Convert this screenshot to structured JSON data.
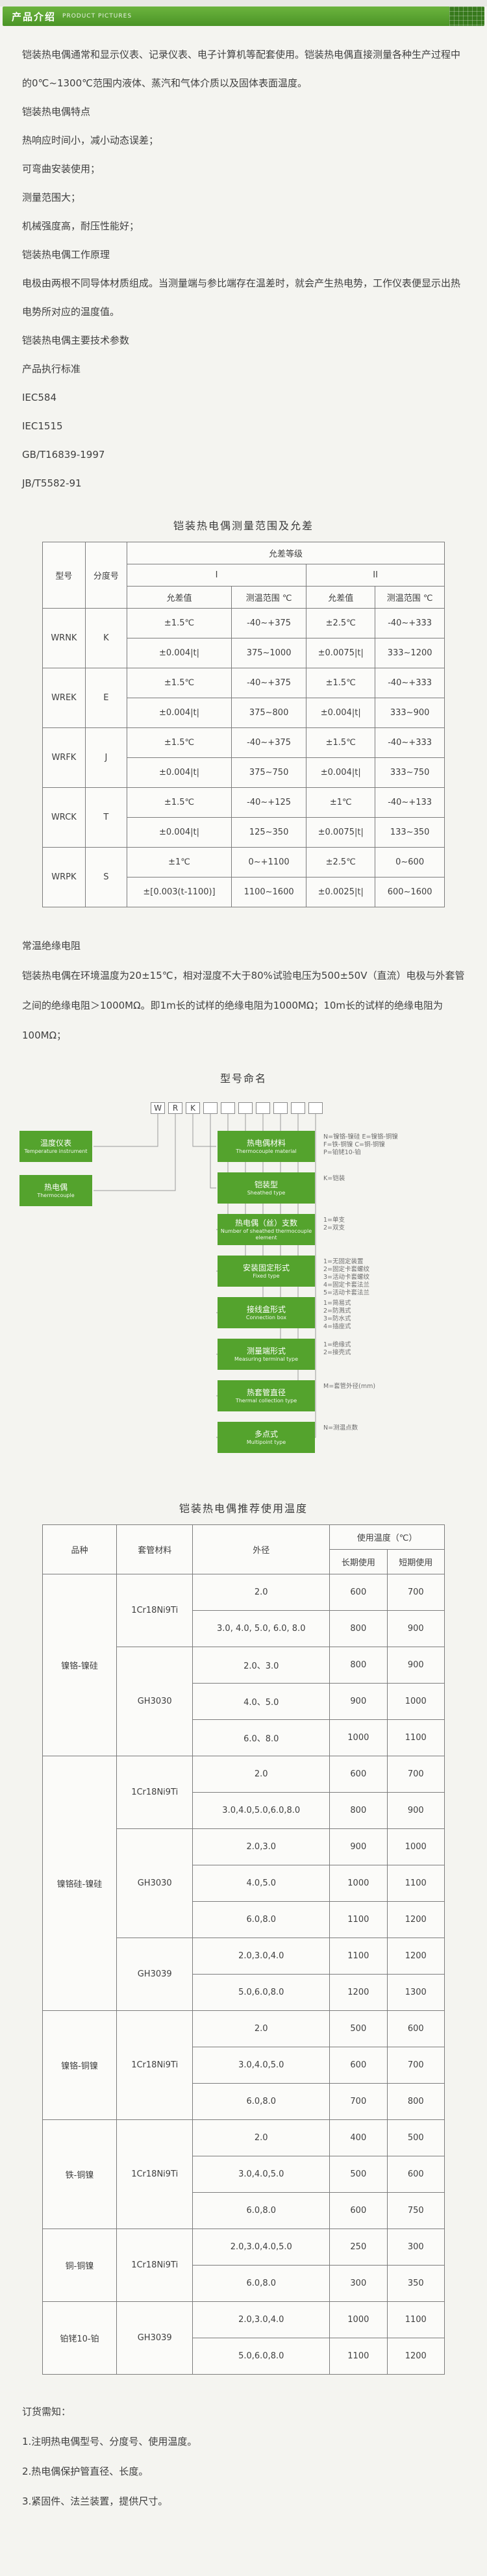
{
  "page": {
    "accent_green": "#55a42e",
    "background": "#f4f4f0"
  },
  "header": {
    "title": "产品介绍",
    "subtitle": "PRODUCT PICTURES"
  },
  "intro": {
    "lines": [
      "铠装热电偶通常和显示仪表、记录仪表、电子计算机等配套使用。铠装热电偶直接测量各种生产过程中的0℃~1300℃范围内液体、蒸汽和气体介质以及固体表面温度。",
      "铠装热电偶特点",
      "热响应时间小，减小动态误差；",
      "可弯曲安装使用；",
      "测量范围大；",
      "机械强度高，耐压性能好；",
      "铠装热电偶工作原理",
      "电极由两根不同导体材质组成。当测量端与参比端存在温差时，就会产生热电势，工作仪表便显示出热电势所对应的温度值。",
      "铠装热电偶主要技术参数",
      "产品执行标准",
      "IEC584",
      "IEC1515",
      "GB/T16839-1997",
      "JB/T5582-91"
    ]
  },
  "table1": {
    "title": "铠装热电偶测量范围及允差",
    "headers": {
      "model": "型号",
      "index": "分度号",
      "grade": "允差等级",
      "grade1": "I",
      "grade2": "II",
      "tol": "允差值",
      "range": "测温范围 ℃"
    },
    "rows": [
      {
        "model": "WRNK",
        "index": "K",
        "r1": [
          "±1.5℃",
          "-40~+375",
          "±2.5℃",
          "-40~+333"
        ],
        "r2": [
          "±0.004|t|",
          "375~1000",
          "±0.0075|t|",
          "333~1200"
        ]
      },
      {
        "model": "WREK",
        "index": "E",
        "r1": [
          "±1.5℃",
          "-40~+375",
          "±1.5℃",
          "-40~+333"
        ],
        "r2": [
          "±0.004|t|",
          "375~800",
          "±0.004|t|",
          "333~900"
        ]
      },
      {
        "model": "WRFK",
        "index": "J",
        "r1": [
          "±1.5℃",
          "-40~+375",
          "±1.5℃",
          "-40~+333"
        ],
        "r2": [
          "±0.004|t|",
          "375~750",
          "±0.004|t|",
          "333~750"
        ]
      },
      {
        "model": "WRCK",
        "index": "T",
        "r1": [
          "±1.5℃",
          "-40~+125",
          "±1℃",
          "-40~+133"
        ],
        "r2": [
          "±0.004|t|",
          "125~350",
          "±0.0075|t|",
          "133~350"
        ]
      },
      {
        "model": "WRPK",
        "index": "S",
        "r1": [
          "±1℃",
          "0~+1100",
          "±2.5℃",
          "0~600"
        ],
        "r2": [
          "±[0.003(t-1100)]",
          "1100~1600",
          "±0.0025|t|",
          "600~1600"
        ]
      }
    ]
  },
  "insulation": {
    "title": "常温绝缘电阻",
    "body": "铠装热电偶在环境温度为20±15℃，相对湿度不大于80%试验电压为500±50V（直流）电极与外套管之间的绝缘电阻＞1000MΩ。即1m长的试样的绝缘电阻为1000MΩ；10m长的试样的绝缘电阻为100MΩ；"
  },
  "naming": {
    "title": "型号命名",
    "code_boxes": [
      "W",
      "R",
      "K",
      "",
      "",
      "",
      "",
      "",
      "",
      ""
    ],
    "left_labels": [
      {
        "cn": "温度仪表",
        "en": "Temperature instrument"
      },
      {
        "cn": "热电偶",
        "en": "Thermocouple"
      }
    ],
    "right_labels": [
      {
        "cn": "热电偶材料",
        "en": "Thermocouple material",
        "codes": [
          "N=镍铬-镍硅  E=镍铬-铜镍",
          "F=铁-铜镍  C=铜-铜镍",
          "P=铂铑10-铂"
        ]
      },
      {
        "cn": "铠装型",
        "en": "Sheathed type",
        "codes": [
          "K=铠装"
        ]
      },
      {
        "cn": "热电偶（丝）支数",
        "en": "Number of sheathed thermocouple element",
        "codes": [
          "1=单支",
          "2=双支"
        ]
      },
      {
        "cn": "安装固定形式",
        "en": "Fixed type",
        "codes": [
          "1=无固定装置",
          "2=固定卡套螺纹",
          "3=活动卡套螺纹",
          "4=固定卡套法兰",
          "5=活动卡套法兰"
        ]
      },
      {
        "cn": "接线盒形式",
        "en": "Connection box",
        "codes": [
          "1=简易式",
          "2=防溅式",
          "3=防水式",
          "4=插座式"
        ]
      },
      {
        "cn": "测量端形式",
        "en": "Measuring terminal type",
        "codes": [
          "1=绝缘式",
          "2=接壳式"
        ]
      },
      {
        "cn": "热套管直径",
        "en": "Thermal collection type",
        "codes": [
          "M=套管外径(mm)"
        ]
      },
      {
        "cn": "多点式",
        "en": "Multipoint type",
        "codes": [
          "N=测温点数"
        ]
      }
    ]
  },
  "table2": {
    "title": "铠装热电偶推荐使用温度",
    "headers": {
      "variety": "品种",
      "material": "套管材料",
      "od": "外径",
      "temp": "使用温度（℃）",
      "long": "长期使用",
      "short": "短期使用"
    },
    "groups": [
      {
        "variety": "镍铬-镍硅",
        "materials": [
          {
            "name": "1Cr18Ni9Ti",
            "rows": [
              {
                "od": "2.0",
                "long": "600",
                "short": "700"
              },
              {
                "od": "3.0, 4.0, 5.0, 6.0, 8.0",
                "long": "800",
                "short": "900"
              }
            ]
          },
          {
            "name": "GH3030",
            "rows": [
              {
                "od": "2.0、3.0",
                "long": "800",
                "short": "900"
              },
              {
                "od": "4.0、5.0",
                "long": "900",
                "short": "1000"
              },
              {
                "od": "6.0、8.0",
                "long": "1000",
                "short": "1100"
              }
            ]
          }
        ]
      },
      {
        "variety": "镍铬硅-镍硅",
        "materials": [
          {
            "name": "1Cr18Ni9Ti",
            "rows": [
              {
                "od": "2.0",
                "long": "600",
                "short": "700"
              },
              {
                "od": "3.0,4.0,5.0,6.0,8.0",
                "long": "800",
                "short": "900"
              }
            ]
          },
          {
            "name": "GH3030",
            "rows": [
              {
                "od": "2.0,3.0",
                "long": "900",
                "short": "1000"
              },
              {
                "od": "4.0,5.0",
                "long": "1000",
                "short": "1100"
              },
              {
                "od": "6.0,8.0",
                "long": "1100",
                "short": "1200"
              }
            ]
          },
          {
            "name": "GH3039",
            "rows": [
              {
                "od": "2.0,3.0,4.0",
                "long": "1100",
                "short": "1200"
              },
              {
                "od": "5.0,6.0,8.0",
                "long": "1200",
                "short": "1300"
              }
            ]
          }
        ]
      },
      {
        "variety": "镍铬-铜镍",
        "materials": [
          {
            "name": "1Cr18Ni9Ti",
            "rows": [
              {
                "od": "2.0",
                "long": "500",
                "short": "600"
              },
              {
                "od": "3.0,4.0,5.0",
                "long": "600",
                "short": "700"
              },
              {
                "od": "6.0,8.0",
                "long": "700",
                "short": "800"
              }
            ]
          }
        ]
      },
      {
        "variety": "铁-铜镍",
        "materials": [
          {
            "name": "1Cr18Ni9Ti",
            "rows": [
              {
                "od": "2.0",
                "long": "400",
                "short": "500"
              },
              {
                "od": "3.0,4.0,5.0",
                "long": "500",
                "short": "600"
              },
              {
                "od": "6.0,8.0",
                "long": "600",
                "short": "750"
              }
            ]
          }
        ]
      },
      {
        "variety": "铜-铜镍",
        "materials": [
          {
            "name": "1Cr18Ni9Ti",
            "rows": [
              {
                "od": "2.0,3.0,4.0,5.0",
                "long": "250",
                "short": "300"
              },
              {
                "od": "6.0,8.0",
                "long": "300",
                "short": "350"
              }
            ]
          }
        ]
      },
      {
        "variety": "铂铑10-铂",
        "materials": [
          {
            "name": "GH3039",
            "rows": [
              {
                "od": "2.0,3.0,4.0",
                "long": "1000",
                "short": "1100"
              },
              {
                "od": "5.0,6.0,8.0",
                "long": "1100",
                "short": "1200"
              }
            ]
          }
        ]
      }
    ]
  },
  "footer": {
    "title": "订货需知：",
    "items": [
      "1.注明热电偶型号、分度号、使用温度。",
      "2.热电偶保护管直径、长度。",
      "3.紧固件、法兰装置，提供尺寸。"
    ]
  }
}
